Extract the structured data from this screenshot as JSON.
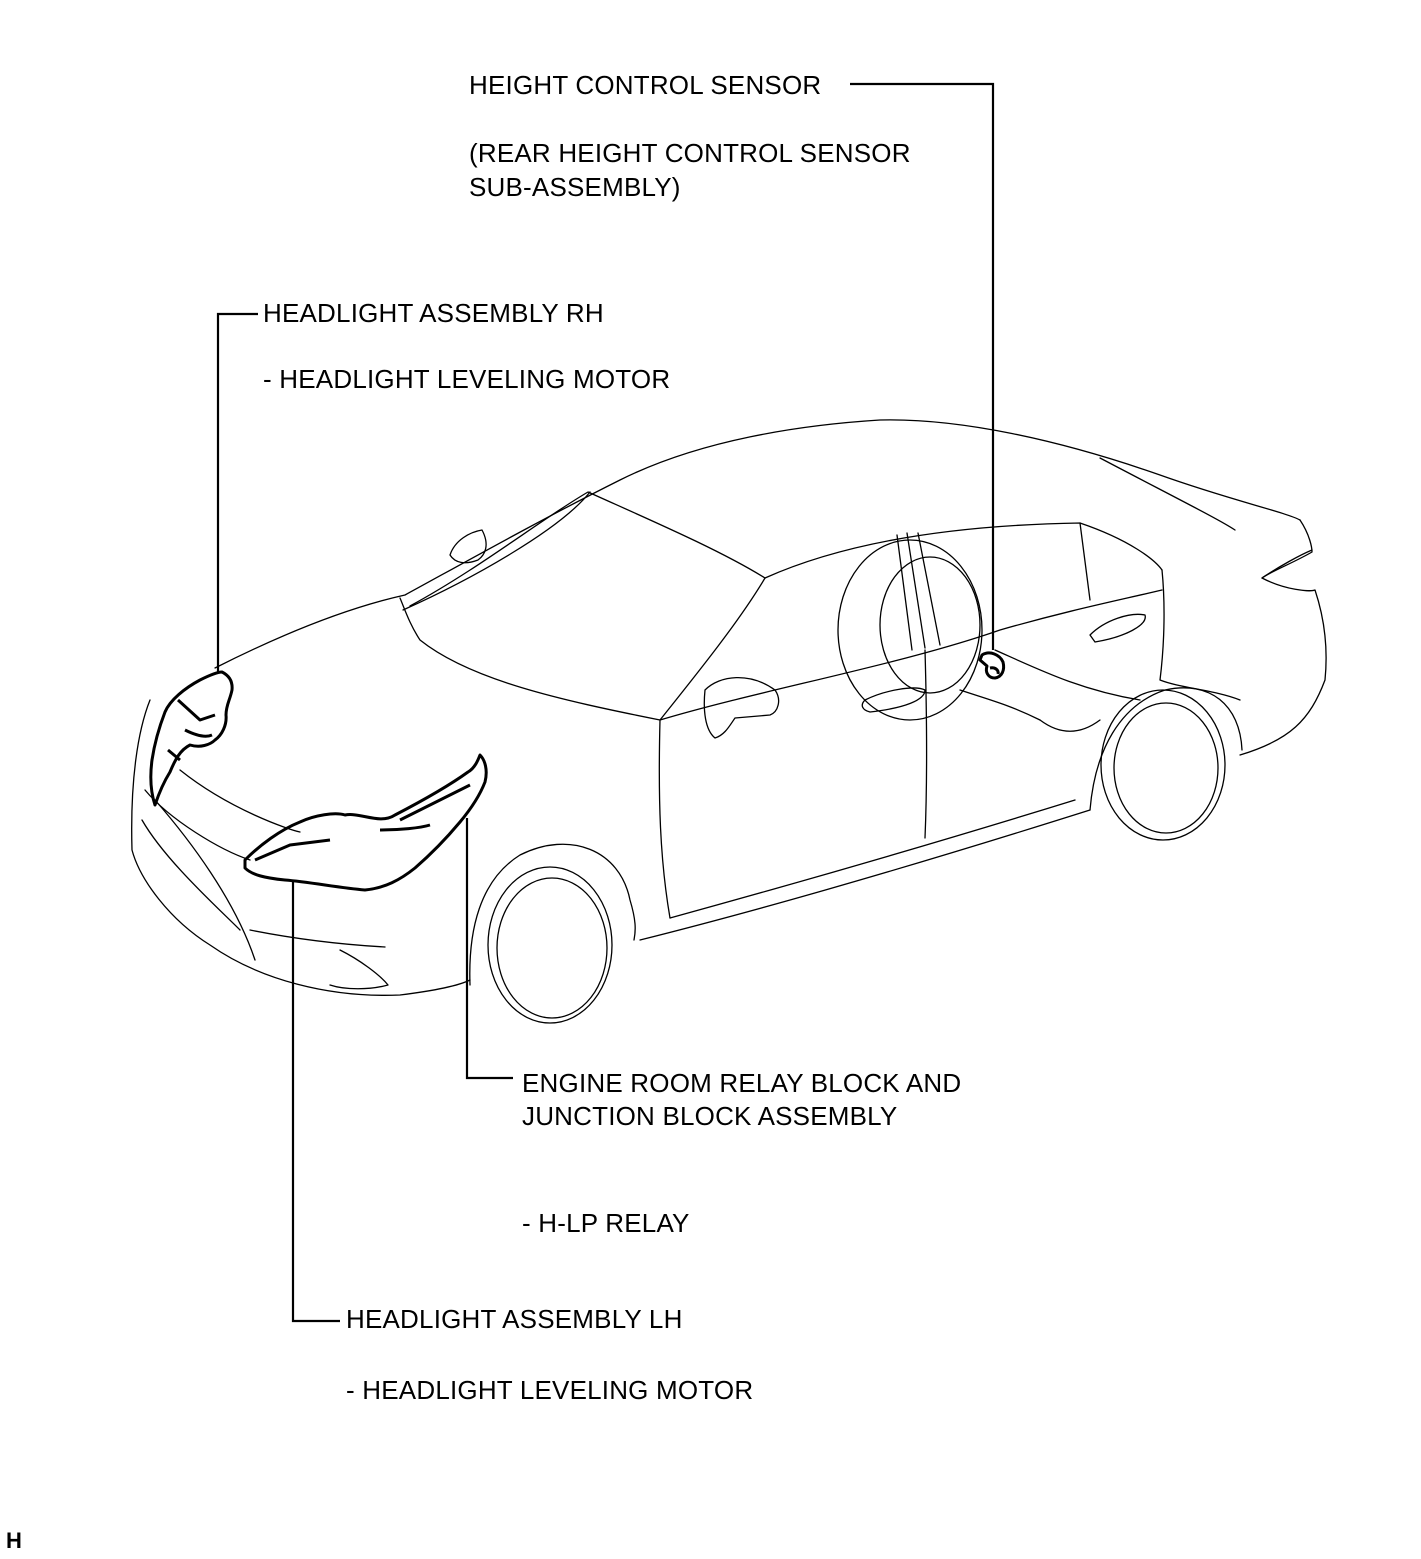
{
  "labels": {
    "height_sensor": {
      "title": "HEIGHT CONTROL SENSOR",
      "detail_line1": "(REAR HEIGHT CONTROL SENSOR",
      "detail_line2": "SUB-ASSEMBLY)"
    },
    "headlight_rh": {
      "title": "HEADLIGHT ASSEMBLY RH",
      "detail": "- HEADLIGHT LEVELING MOTOR"
    },
    "engine_room_relay": {
      "title_line1": "ENGINE ROOM RELAY BLOCK AND",
      "title_line2": "JUNCTION BLOCK ASSEMBLY",
      "detail": "- H-LP RELAY"
    },
    "headlight_lh": {
      "title": "HEADLIGHT ASSEMBLY LH",
      "detail": "- HEADLIGHT LEVELING MOTOR"
    }
  },
  "corner_mark": "H",
  "colors": {
    "line": "#000000",
    "background": "#ffffff"
  }
}
